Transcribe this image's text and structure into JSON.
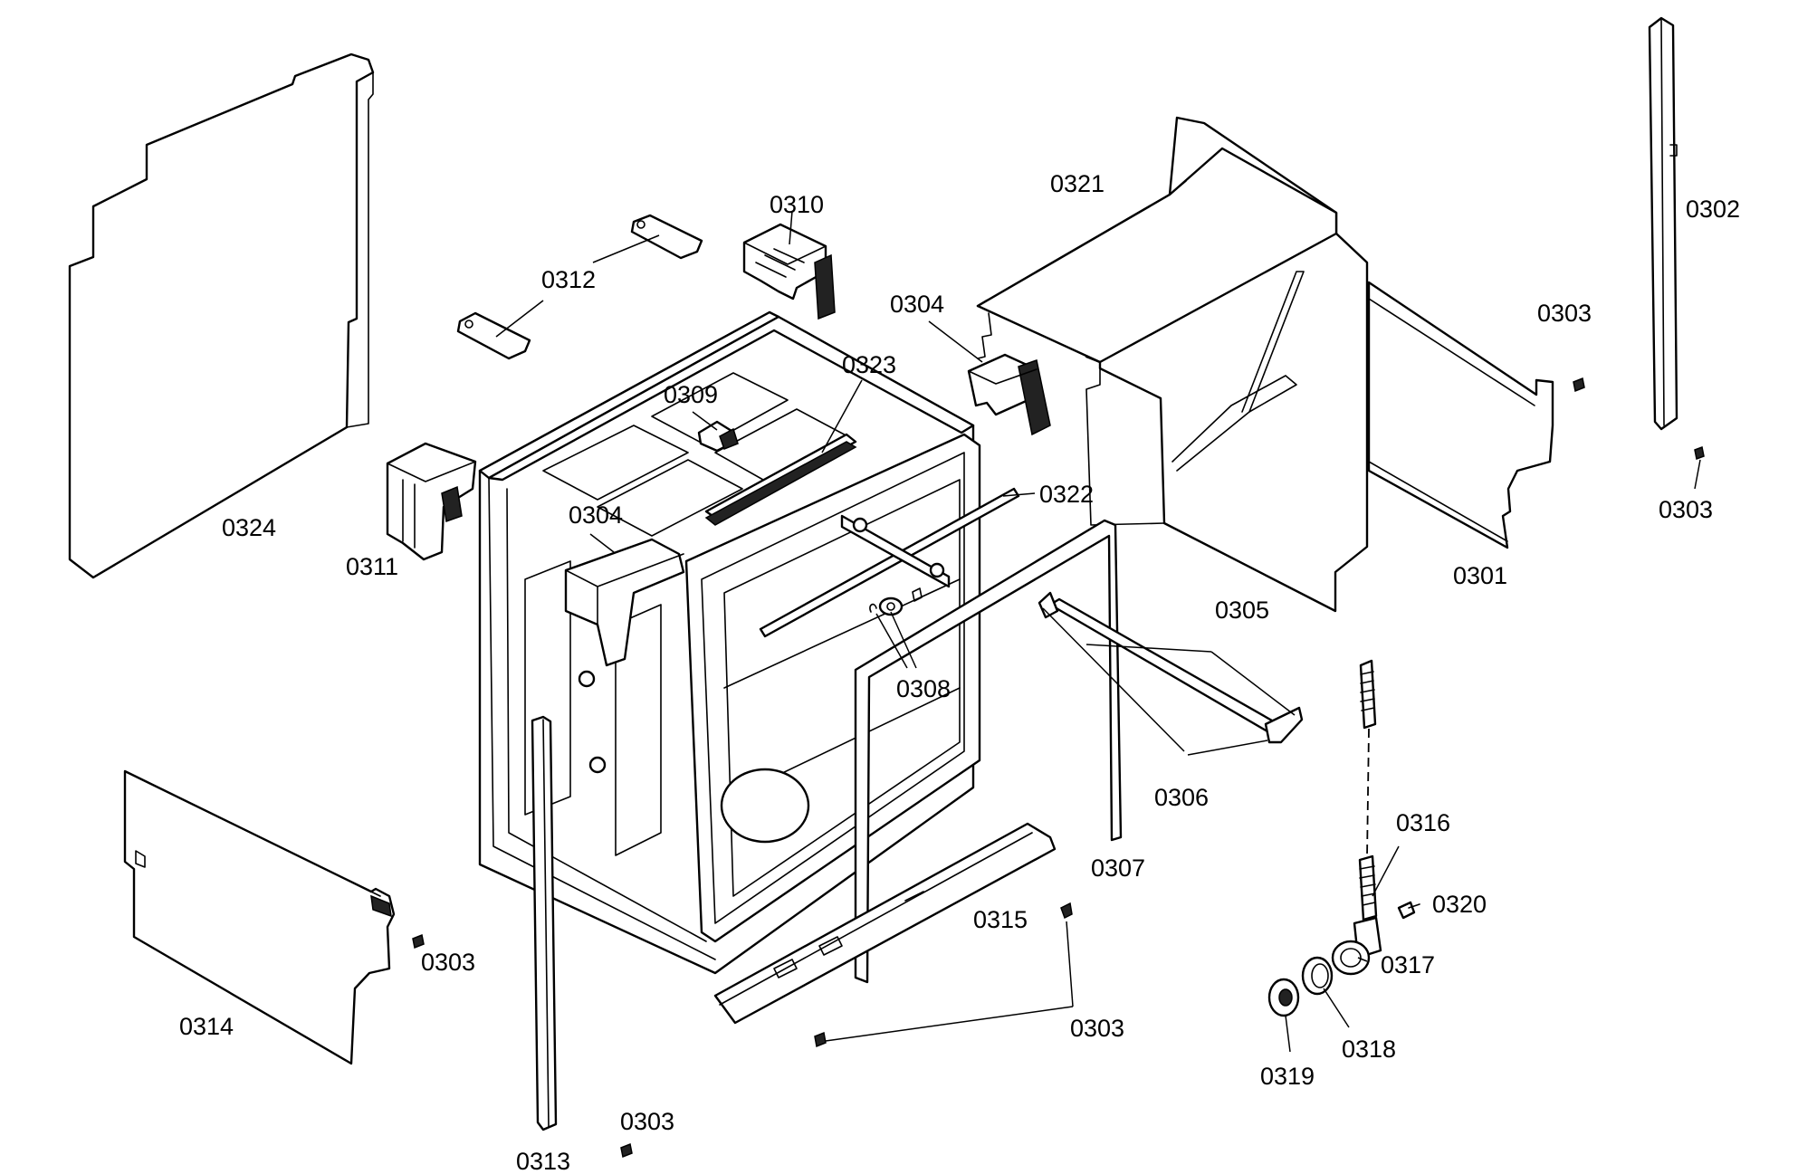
{
  "labels": {
    "p0301": "0301",
    "p0302": "0302",
    "p0303_a": "0303",
    "p0303_b": "0303",
    "p0303_c": "0303",
    "p0303_d": "0303",
    "p0303_e": "0303",
    "p0304_a": "0304",
    "p0304_b": "0304",
    "p0305": "0305",
    "p0306": "0306",
    "p0307": "0307",
    "p0308": "0308",
    "p0309": "0309",
    "p0310": "0310",
    "p0311": "0311",
    "p0312": "0312",
    "p0313": "0313",
    "p0314": "0314",
    "p0315": "0315",
    "p0316": "0316",
    "p0317": "0317",
    "p0318": "0318",
    "p0319": "0319",
    "p0320": "0320",
    "p0321": "0321",
    "p0322": "0322",
    "p0323": "0323",
    "p0324": "0324"
  }
}
